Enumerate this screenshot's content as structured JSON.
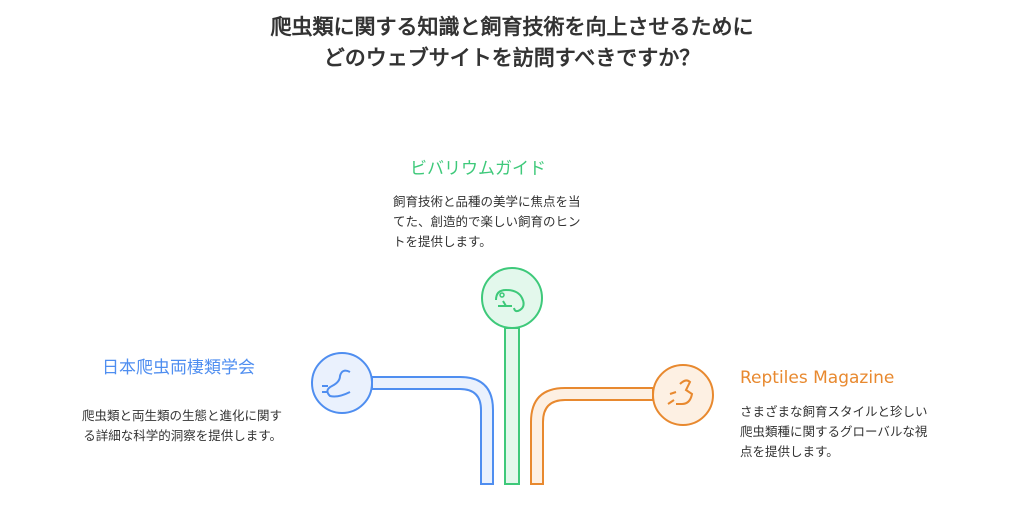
{
  "title_lines": [
    "爬虫類に関する知識と飼育技術を向上させるために",
    "どのウェブサイトを訪問すべきですか？"
  ],
  "options": [
    {
      "name": "ビバリウムガイド",
      "desc_lines": [
        "飼育技術と品種の美学に焦点を当",
        "てた、創造的で楽しい飼育のヒン",
        "トを提供します。"
      ],
      "color": "#3ec97a",
      "icon": "chameleon-icon"
    },
    {
      "name": "日本爬虫両棲類学会",
      "desc_lines": [
        "爬虫類と両生類の生態と進化に関す",
        "る詳細な科学的洞察を提供します。"
      ],
      "color": "#4f8ef0",
      "icon": "snake-icon"
    },
    {
      "name": "Reptiles Magazine",
      "desc_lines": [
        "さまざまな飼育スタイルと珍しい",
        "爬虫類種に関するグローバルな視",
        "点を提供します。"
      ],
      "color": "#e8892f",
      "icon": "dinosaur-icon"
    }
  ]
}
